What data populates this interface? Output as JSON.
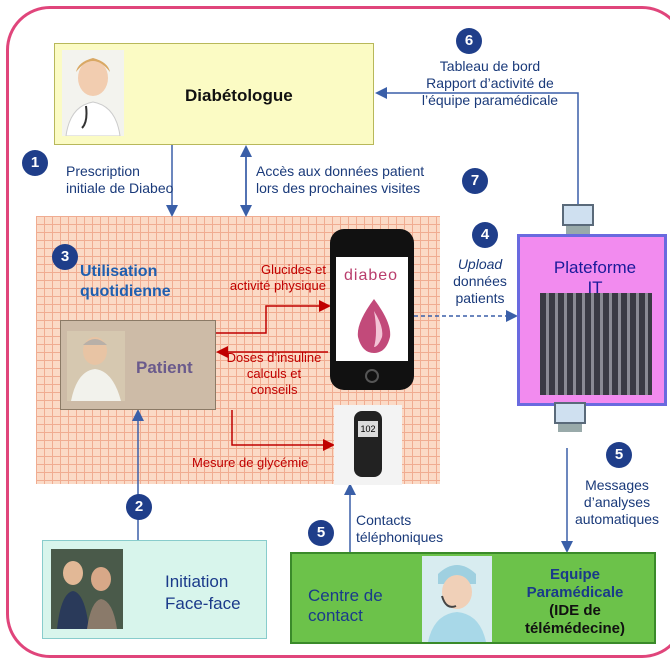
{
  "diabetologue": {
    "label": "Diabétologue"
  },
  "steps": {
    "s1": {
      "num": "1",
      "line1": "Prescription",
      "line2": "initiale de Diabeo"
    },
    "s2": {
      "num": "2"
    },
    "s3": {
      "num": "3",
      "line1": "Utilisation",
      "line2": "quotidienne"
    },
    "s4": {
      "num": "4",
      "line1": "Upload",
      "line2": "données",
      "line3": "patients"
    },
    "s5a": {
      "num": "5",
      "line1": "Contacts",
      "line2": "téléphoniques"
    },
    "s5b": {
      "num": "5",
      "line1": "Messages",
      "line2": "d’analyses",
      "line3": "automatiques"
    },
    "s6": {
      "num": "6",
      "line1": "Tableau de bord",
      "line2": "Rapport d’activité de",
      "line3": "l’équipe paramédicale"
    },
    "s7": {
      "num": "7",
      "line1": "Accès aux données patient",
      "line2": "lors des prochaines visites"
    }
  },
  "patient": {
    "label": "Patient"
  },
  "flows": {
    "glucides": [
      "Glucides et",
      "activité physique"
    ],
    "doses": [
      "Doses d’insuline",
      "calculs et",
      "conseils"
    ],
    "mesure": "Mesure de glycémie"
  },
  "phone": {
    "brand": "diabeo"
  },
  "meter": {
    "display": "102"
  },
  "plateforme": {
    "line1": "Plateforme",
    "line2": "IT"
  },
  "initiation": {
    "line1": "Initiation",
    "line2": "Face-face"
  },
  "centre": {
    "line1": "Centre de",
    "line2": "contact"
  },
  "equipe": {
    "line1": "Equipe",
    "line2": "Paramédicale",
    "line3": "(IDE de",
    "line4": "télémédecine)"
  },
  "colors": {
    "frame": "#e0457b",
    "badge": "#1f3e8a",
    "flow_red": "#c00000",
    "arrow_blue": "#3a5fa8"
  }
}
